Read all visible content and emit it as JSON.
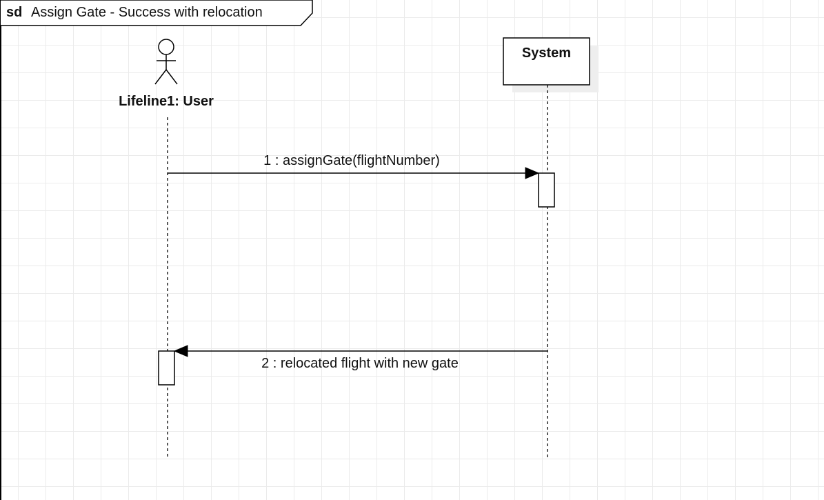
{
  "frame": {
    "keyword": "sd",
    "title": "Assign Gate - Success with relocation"
  },
  "lifelines": {
    "user": {
      "label": "Lifeline1: User",
      "icon": "actor-icon"
    },
    "system": {
      "label": "System"
    }
  },
  "messages": [
    {
      "label": "1 : assignGate(flightNumber)",
      "type": "synchronous-call"
    },
    {
      "label": "2 : relocated flight with new gate",
      "type": "return"
    }
  ]
}
